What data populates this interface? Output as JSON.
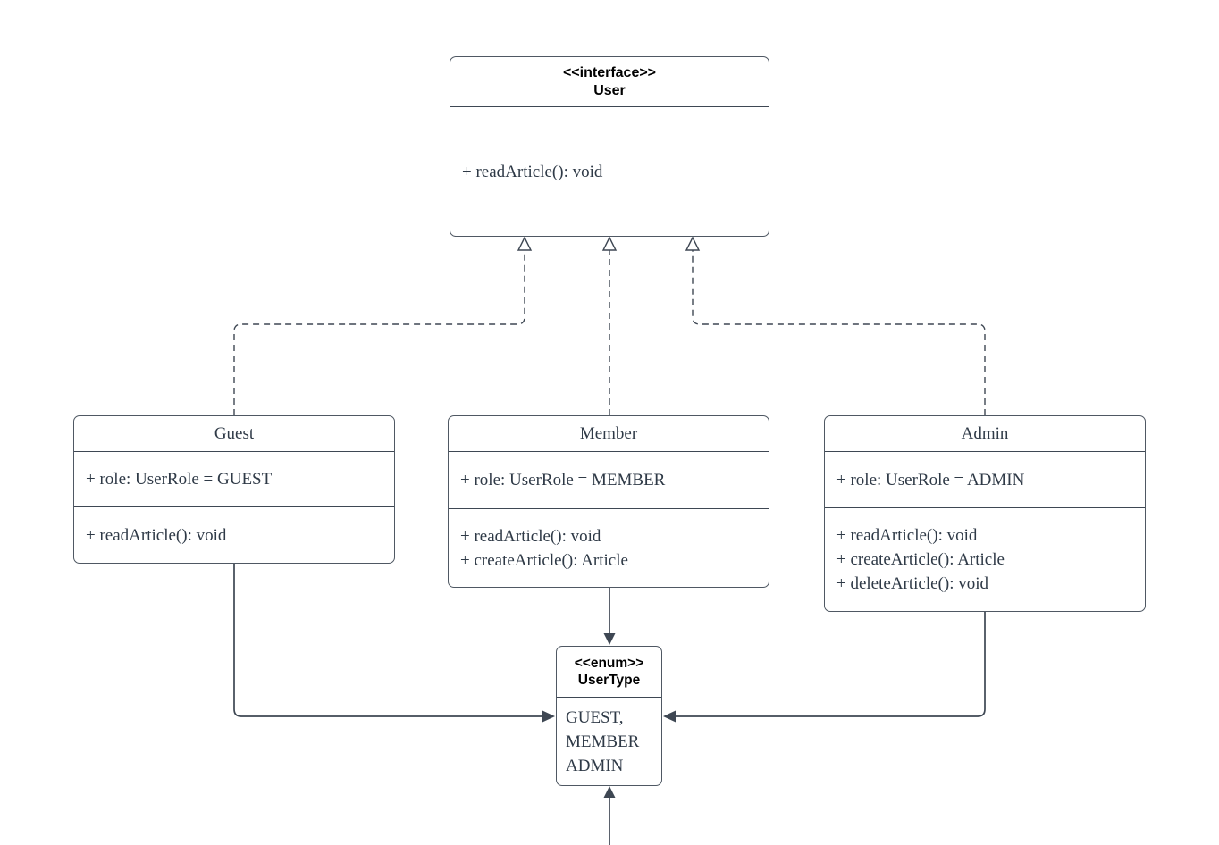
{
  "diagram_type": "uml-class-diagram",
  "colors": {
    "background": "#ffffff",
    "box_border": "#4f5863",
    "connector_stroke": "#3e4753",
    "body_text": "#2f3a47",
    "stereotype_text": "#000000"
  },
  "nodes": {
    "user_interface": {
      "stereotype": "<<interface>>",
      "name": "User",
      "methods": [
        "+ readArticle(): void"
      ]
    },
    "guest": {
      "name": "Guest",
      "attributes": [
        "+ role: UserRole = GUEST"
      ],
      "methods": [
        "+ readArticle(): void"
      ]
    },
    "member": {
      "name": "Member",
      "attributes": [
        "+ role: UserRole = MEMBER"
      ],
      "methods": [
        "+ readArticle(): void",
        "+ createArticle(): Article"
      ]
    },
    "admin": {
      "name": "Admin",
      "attributes": [
        "+ role: UserRole = ADMIN"
      ],
      "methods": [
        "+ readArticle(): void",
        "+ createArticle(): Article",
        "+ deleteArticle(): void"
      ]
    },
    "usertype_enum": {
      "stereotype": "<<enum>>",
      "name": "UserType",
      "values": [
        "GUEST,",
        "MEMBER",
        "ADMIN"
      ]
    }
  },
  "edges": [
    {
      "from": "Guest",
      "to": "User",
      "type": "realization",
      "style": "dashed-hollow-triangle"
    },
    {
      "from": "Member",
      "to": "User",
      "type": "realization",
      "style": "dashed-hollow-triangle"
    },
    {
      "from": "Admin",
      "to": "User",
      "type": "realization",
      "style": "dashed-hollow-triangle"
    },
    {
      "from": "Guest",
      "to": "UserType",
      "type": "association",
      "style": "solid-filled-arrow"
    },
    {
      "from": "Member",
      "to": "UserType",
      "type": "association",
      "style": "solid-filled-arrow"
    },
    {
      "from": "Admin",
      "to": "UserType",
      "type": "association",
      "style": "solid-filled-arrow"
    },
    {
      "from": "offscreen-bottom",
      "to": "UserType",
      "type": "association",
      "style": "solid-filled-arrow"
    }
  ]
}
